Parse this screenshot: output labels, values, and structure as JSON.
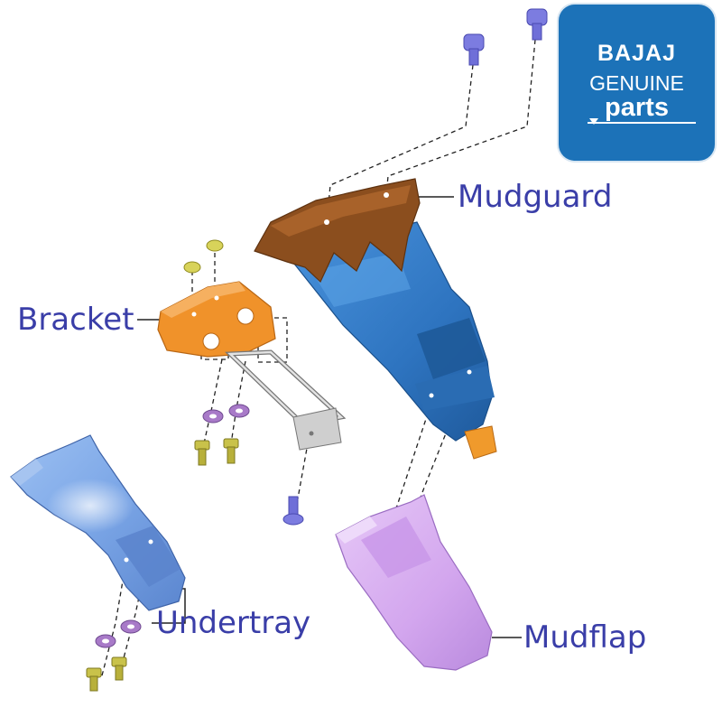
{
  "logo": {
    "brand": "BAJAJ",
    "line2": "GENUINE",
    "line3": "parts",
    "badge_color": "#1c72b8"
  },
  "labels": {
    "mudguard": "Mudguard",
    "bracket": "Bracket",
    "undertray": "Undertray",
    "mudflap": "Mudflap",
    "label_color": "#3a3ea8"
  },
  "part_colors": {
    "mudguard_cover": "#8b4e1e",
    "mudguard_body": "#2f79c4",
    "bracket": "#f0922a",
    "undertray": "#7aa5e6",
    "mudflap": "#d3a6ee",
    "fastener_blue": "#6f6fd8",
    "fastener_yellow": "#c9c24a",
    "washer_purple": "#a87ac8"
  }
}
